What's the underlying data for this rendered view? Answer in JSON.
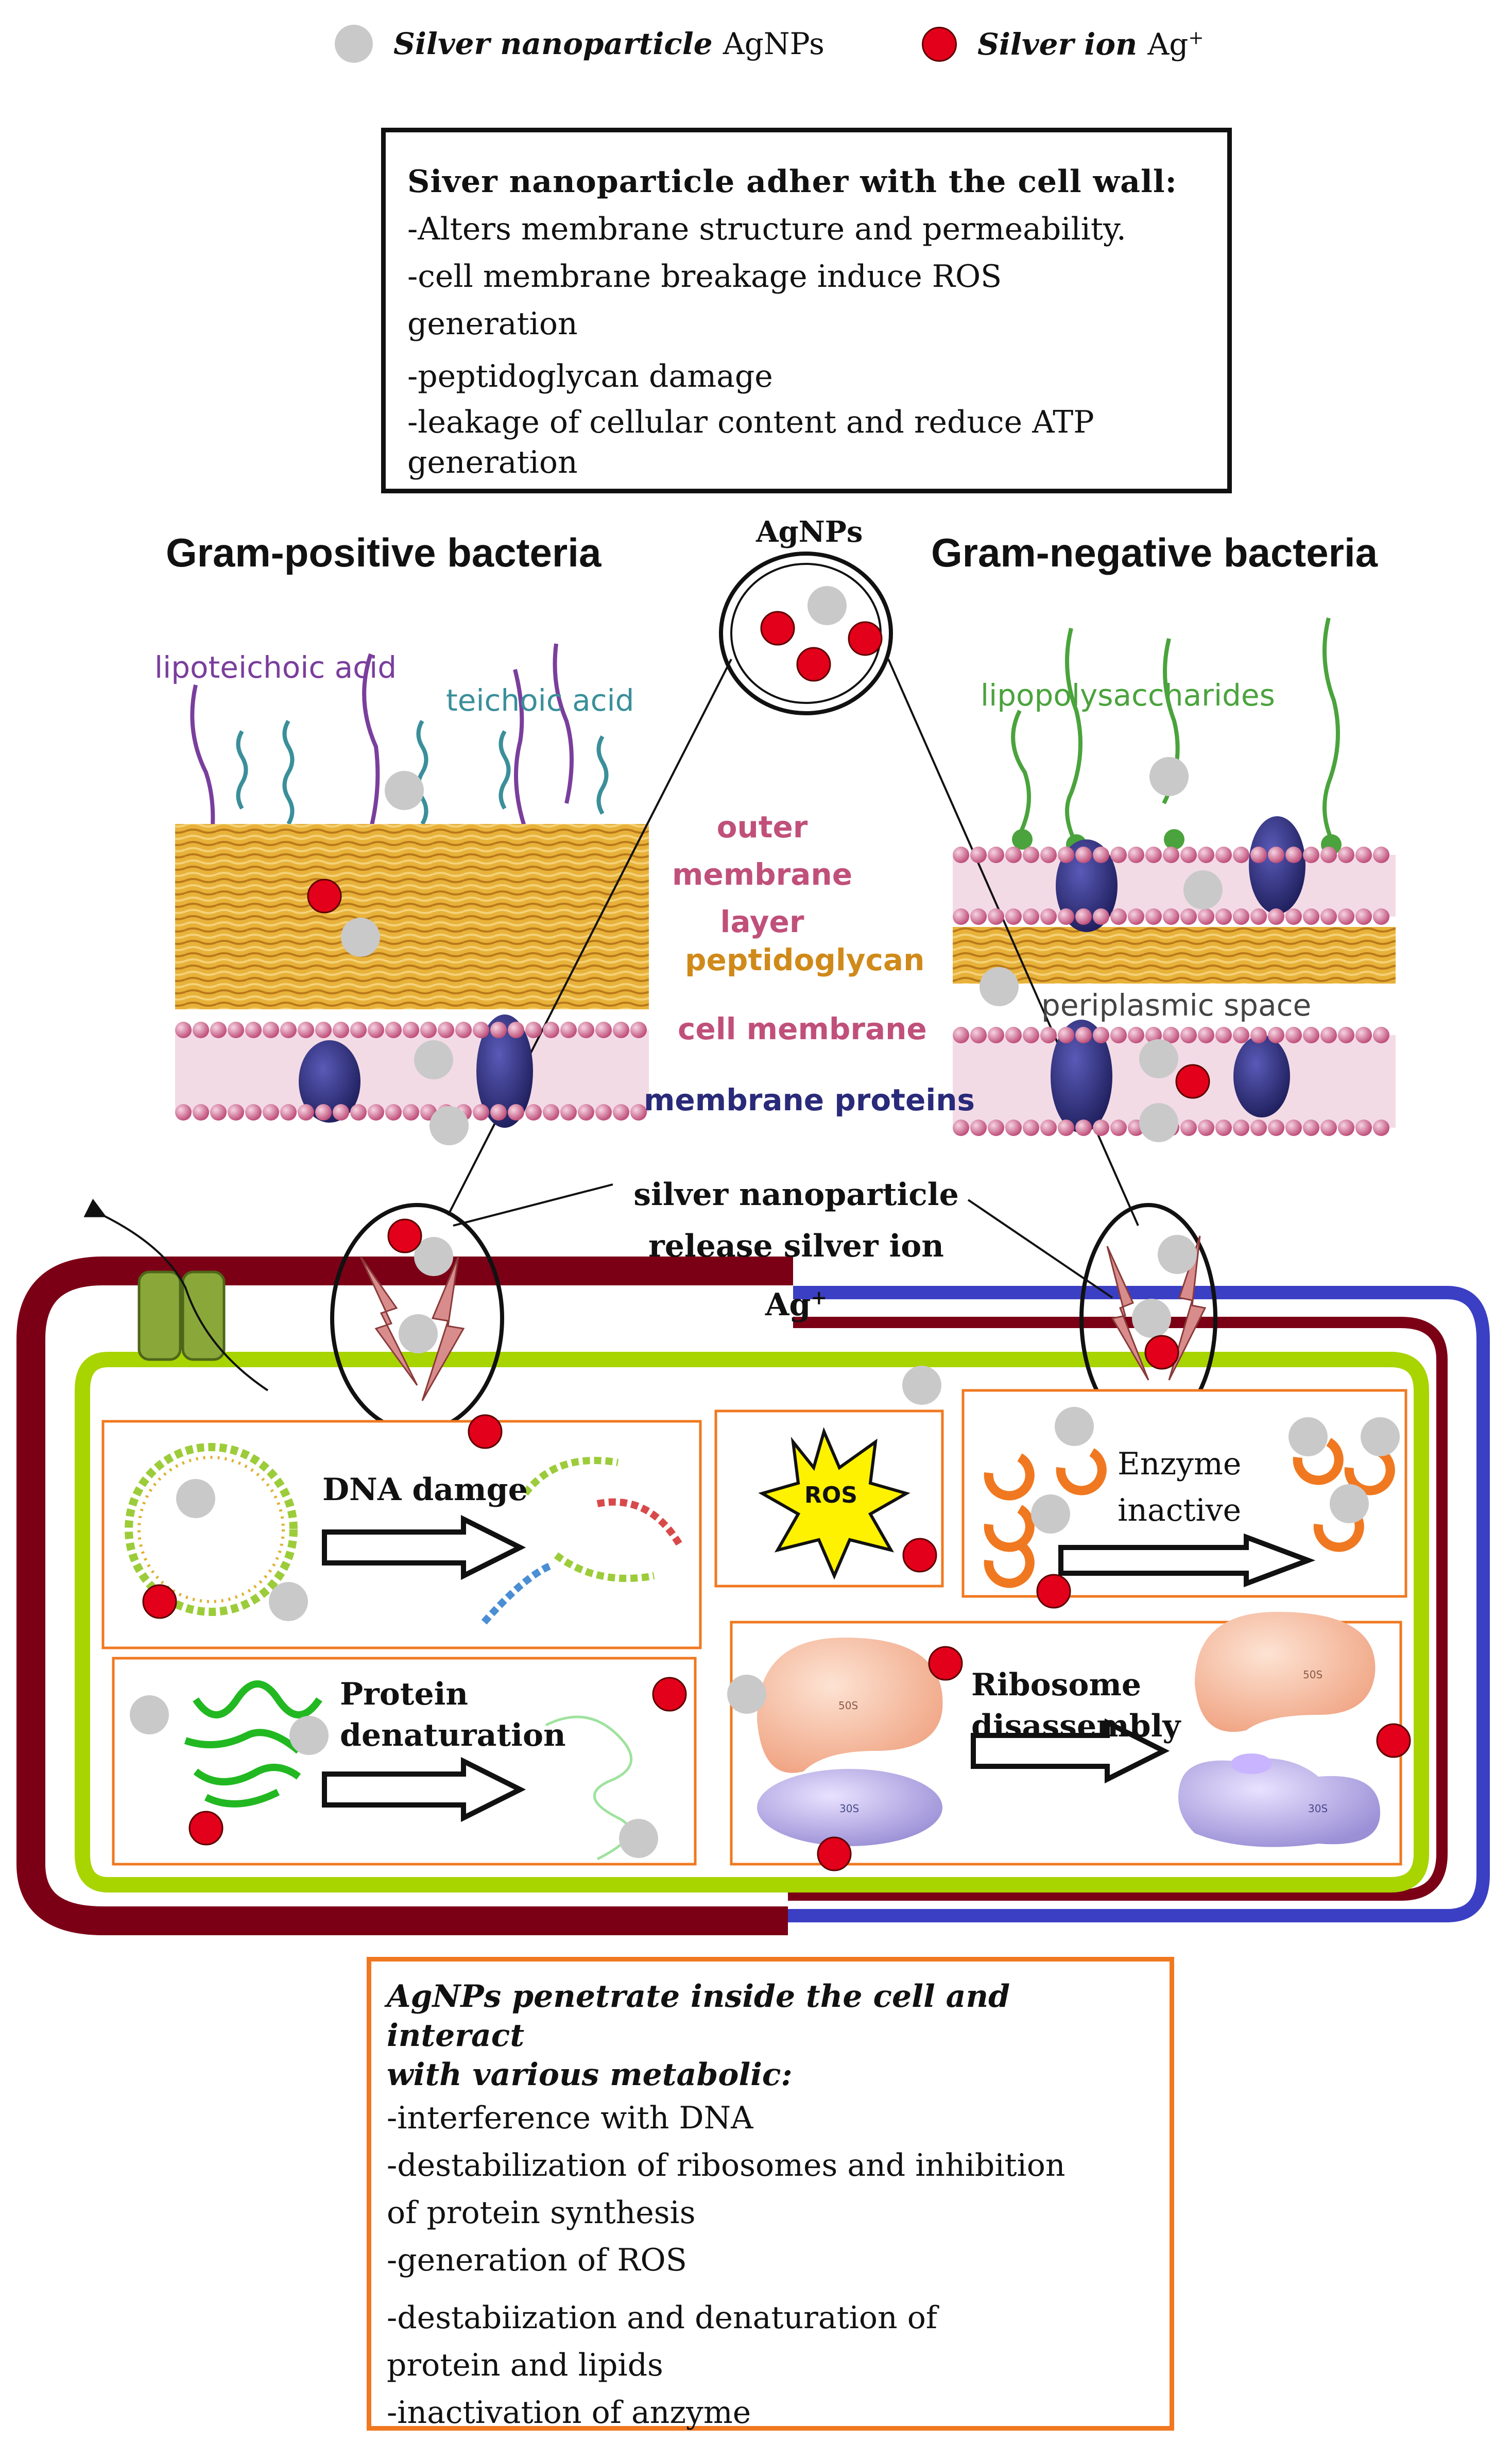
{
  "legend": {
    "agnp_label_italic": "Silver nanoparticle",
    "agnp_label_plain": "AgNPs",
    "ion_label_italic": "Silver ion",
    "ion_label_plain": "Ag",
    "ion_sup": "+"
  },
  "top_box": {
    "title": "Siver nanoparticle adher with the cell wall:",
    "lines": [
      "-Alters membrane structure and permeability.",
      "-cell membrane breakage induce ROS",
      "generation",
      "-peptidoglycan damage",
      "-leakage of cellular content and reduce ATP",
      "generation"
    ]
  },
  "headings": {
    "gram_positive": "Gram-positive bacteria",
    "gram_negative": "Gram-negative bacteria",
    "agnps": "AgNPs"
  },
  "wall_labels": {
    "lipoteichoic": "lipoteichoic acid",
    "teichoic": "teichoic acid",
    "outer_membrane_1": "outer membrane",
    "outer_membrane_2": "layer",
    "peptidoglycan": "peptidoglycan",
    "cell_membrane": "cell membrane",
    "membrane_proteins": "membrane proteins",
    "lps": "lipopolysaccharides",
    "periplasmic": "periplasmic space"
  },
  "release": {
    "line1": "silver nanoparticle",
    "line2": "release silver ion Ag",
    "sup": "+"
  },
  "panels": {
    "dna": "DNA damge",
    "ros": "ROS",
    "enzyme_1": "Enzyme",
    "enzyme_2": "inactive",
    "protein_1": "Protein",
    "protein_2": "denaturation",
    "ribosome_1": "Ribosome",
    "ribosome_2": "disassembly",
    "ribo_50s": "50S",
    "ribo_30s": "30S"
  },
  "bottom_box": {
    "title_1": "AgNPs penetrate inside the cell and interact",
    "title_2": "with various metabolic:",
    "lines": [
      "-interference with DNA",
      "-destabilization of ribosomes and inhibition",
      "of protein synthesis",
      "-generation of ROS",
      "-destabiization and denaturation of",
      "protein and lipids",
      "-inactivation of anzyme"
    ]
  },
  "colors": {
    "gram_pos_wall": "#7b0016",
    "gram_neg_wall": "#3b3fc4",
    "inner_membrane": "#a8d400",
    "panel_border": "#f07820",
    "ion_red": "#e3001a",
    "agnp_gray": "#c9c9c9",
    "lipoteichoic_purple": "#7a3e9d",
    "teichoic_teal": "#3a8f9a",
    "lps_green": "#4aa33c",
    "peptidoglycan_orange": "#d08a1a",
    "membrane_pink": "#c0507a",
    "protein_navy": "#2a2a7a"
  }
}
